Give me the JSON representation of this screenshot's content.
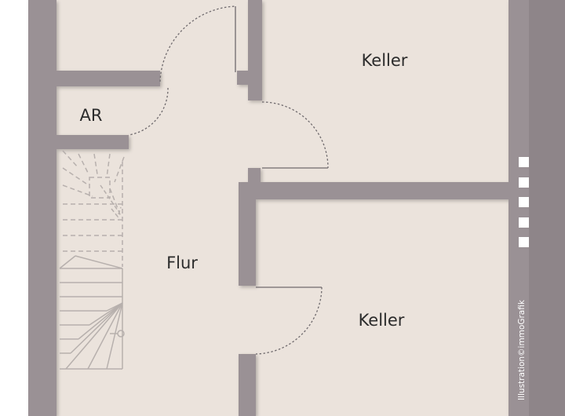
{
  "colors": {
    "floor": "#ebe3dc",
    "wall": "#9a9195",
    "wall_dark": "#8e8589",
    "door_swing": "#6f6a6d",
    "stair_line": "#b7b0ad",
    "label": "#2b2b2b",
    "page_background": "#ffffff"
  },
  "rooms": [
    {
      "id": "keller-top",
      "label": "Keller"
    },
    {
      "id": "keller-bottom",
      "label": "Keller"
    },
    {
      "id": "ar",
      "label": "AR"
    },
    {
      "id": "flur",
      "label": "Flur"
    }
  ],
  "credit": "Illustration©immoGrafik"
}
